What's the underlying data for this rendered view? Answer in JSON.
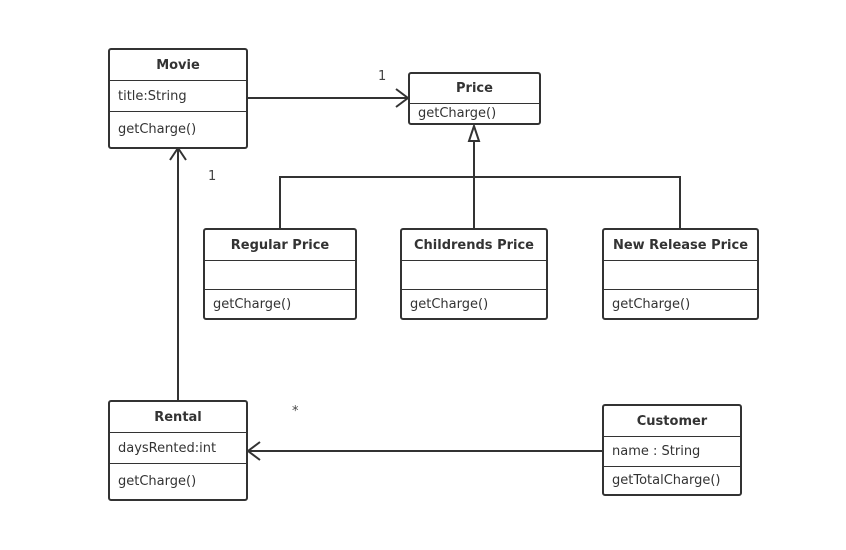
{
  "classes": {
    "movie": {
      "name": "Movie",
      "attributes": [
        "title:String"
      ],
      "operations": [
        "getCharge()"
      ]
    },
    "price": {
      "name": "Price",
      "attributes": [],
      "operations": [
        "getCharge()"
      ]
    },
    "regular_price": {
      "name": "Regular Price",
      "attributes": [],
      "operations": [
        "getCharge()"
      ]
    },
    "childrens_price": {
      "name": "Childrends Price",
      "attributes": [],
      "operations": [
        "getCharge()"
      ]
    },
    "new_release_price": {
      "name": "New Release Price",
      "attributes": [],
      "operations": [
        "getCharge()"
      ]
    },
    "rental": {
      "name": "Rental",
      "attributes": [
        "daysRented:int"
      ],
      "operations": [
        "getCharge()"
      ]
    },
    "customer": {
      "name": "Customer",
      "attributes": [
        "name : String"
      ],
      "operations": [
        "getTotalCharge()"
      ]
    }
  },
  "relations": [
    {
      "type": "association",
      "from": "Movie",
      "to": "Price",
      "multiplicity": "1"
    },
    {
      "type": "generalization",
      "from": "Regular Price",
      "to": "Price"
    },
    {
      "type": "generalization",
      "from": "Childrends Price",
      "to": "Price"
    },
    {
      "type": "generalization",
      "from": "New Release Price",
      "to": "Price"
    },
    {
      "type": "association",
      "from": "Rental",
      "to": "Movie",
      "multiplicity": "1"
    },
    {
      "type": "association",
      "from": "Customer",
      "to": "Rental",
      "multiplicity": "*"
    }
  ],
  "labels": {
    "movie_price_mult": "1",
    "rental_movie_mult": "1",
    "customer_rental_mult": "*"
  },
  "colors": {
    "stroke": "#333333",
    "background": "#ffffff"
  }
}
